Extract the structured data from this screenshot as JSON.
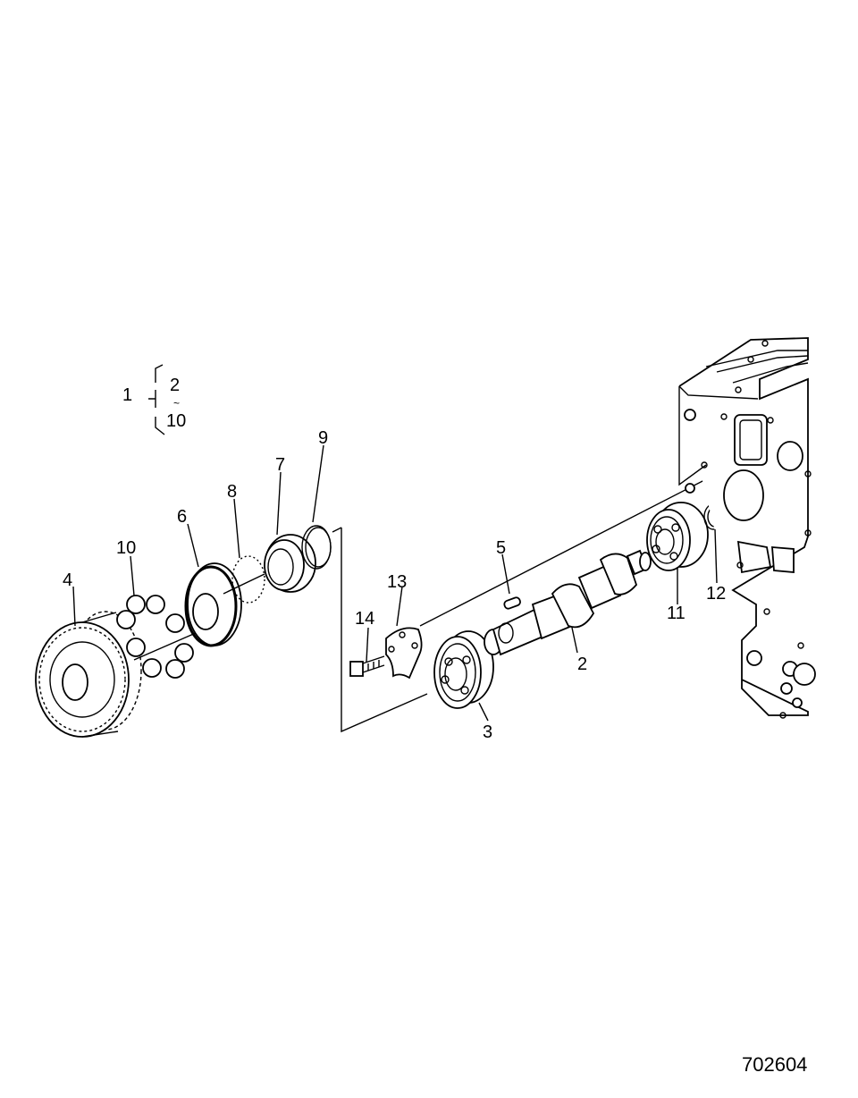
{
  "kit": {
    "number": "1",
    "range_start": "2",
    "range_sep": "~",
    "range_end": "10"
  },
  "callouts": {
    "c2": "2",
    "c3": "3",
    "c4": "4",
    "c5": "5",
    "c6": "6",
    "c7": "7",
    "c8": "8",
    "c9": "9",
    "c10": "10",
    "c11": "11",
    "c12": "12",
    "c13": "13",
    "c14": "14"
  },
  "figure_number": "702604"
}
